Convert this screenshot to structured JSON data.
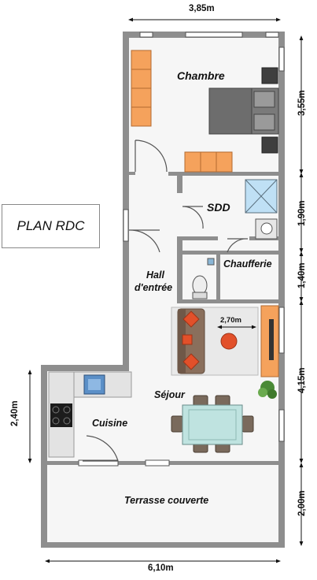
{
  "title": "PLAN RDC",
  "rooms": {
    "chambre": "Chambre",
    "sdd": "SDD",
    "chaufferie": "Chaufferie",
    "hall_line1": "Hall",
    "hall_line2": "d'entrée",
    "sejour": "Séjour",
    "cuisine": "Cuisine",
    "terrasse": "Terrasse couverte"
  },
  "dimensions": {
    "top_width": "3,85m",
    "bottom_width": "6,10m",
    "chambre_height": "3,55m",
    "sdd_height": "1,90m",
    "chaufferie_height": "1,40m",
    "sejour_height": "4,15m",
    "terrasse_height": "2,00m",
    "cuisine_height": "2,40m",
    "sejour_inner": "2,70m"
  },
  "colors": {
    "wall": "#8e8e8e",
    "floor": "#f6f6f6",
    "furniture_orange": "#f5a25c",
    "rug": "#e9e9e9",
    "sofa": "#8a6f5c",
    "cushion": "#e2502a",
    "bed": "#6d6d6d",
    "glass_table": "#bfe3e0"
  }
}
